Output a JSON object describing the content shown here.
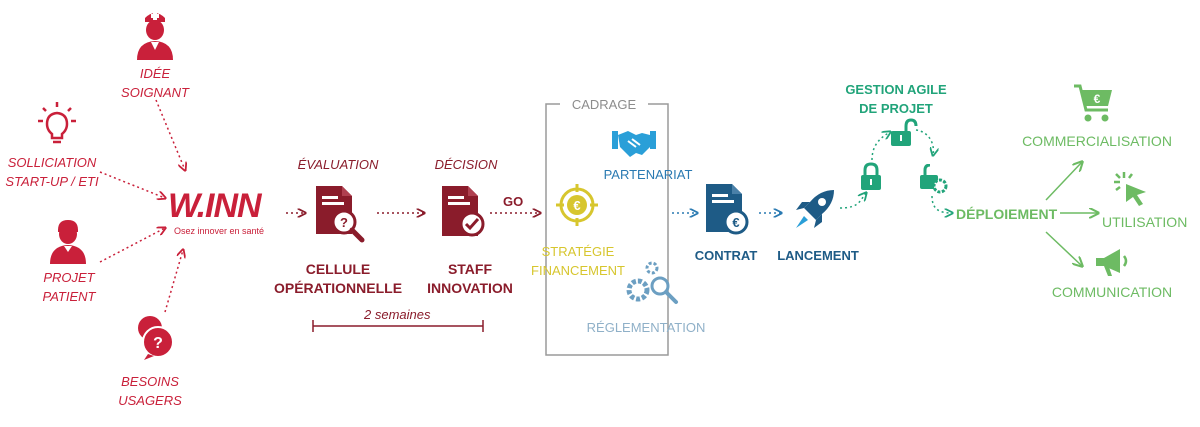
{
  "sources": {
    "idee_soignant": [
      "IDÉE",
      "SOIGNANT"
    ],
    "sollicitation": [
      "SOLLICIATION",
      "START-UP / ETI"
    ],
    "projet_patient": [
      "PROJET",
      "PATIENT"
    ],
    "besoins_usagers": [
      "BESOINS",
      "USAGERS"
    ]
  },
  "winn": {
    "logo": "W.INN",
    "tagline": "Osez innover en santé"
  },
  "evaluation": {
    "step": "ÉVALUATION",
    "label": [
      "CELLULE",
      "OPÉRATIONNELLE"
    ]
  },
  "decision": {
    "step": "DÉCISION",
    "label": [
      "STAFF",
      "INNOVATION"
    ]
  },
  "duration": "2 semaines",
  "go": "GO",
  "cadrage": {
    "title": "CADRAGE",
    "partenariat": "PARTENARIAT",
    "strategie": [
      "STRATÉGIE",
      "FINANCEMENT"
    ],
    "reglementation": "RÉGLEMENTATION"
  },
  "contrat": "CONTRAT",
  "lancement": "LANCEMENT",
  "gestion": [
    "GESTION AGILE",
    "DE PROJET"
  ],
  "deploiement": "DÉPLOIEMENT",
  "outcomes": {
    "commercialisation": "COMMERCIALISATION",
    "utilisation": "UTILISATION",
    "communication": "COMMUNICATION"
  },
  "colors": {
    "red": "#c9203a",
    "dark_red": "#8a1c2b",
    "yellow": "#d7c62e",
    "blue": "#2a7ab2",
    "navy": "#1e5b86",
    "green": "#6dbb63",
    "teal": "#21a47a",
    "gray": "#8c8c8c"
  },
  "icons": [
    "nurse-icon",
    "lightbulb-icon",
    "patient-icon",
    "question-bubbles-icon",
    "document-search-icon",
    "document-check-icon",
    "handshake-icon",
    "target-euro-icon",
    "gears-search-icon",
    "document-euro-icon",
    "rocket-icon",
    "lock-icon",
    "unlock-icon",
    "lock-gear-icon",
    "cart-euro-icon",
    "cursor-click-icon",
    "megaphone-icon"
  ]
}
